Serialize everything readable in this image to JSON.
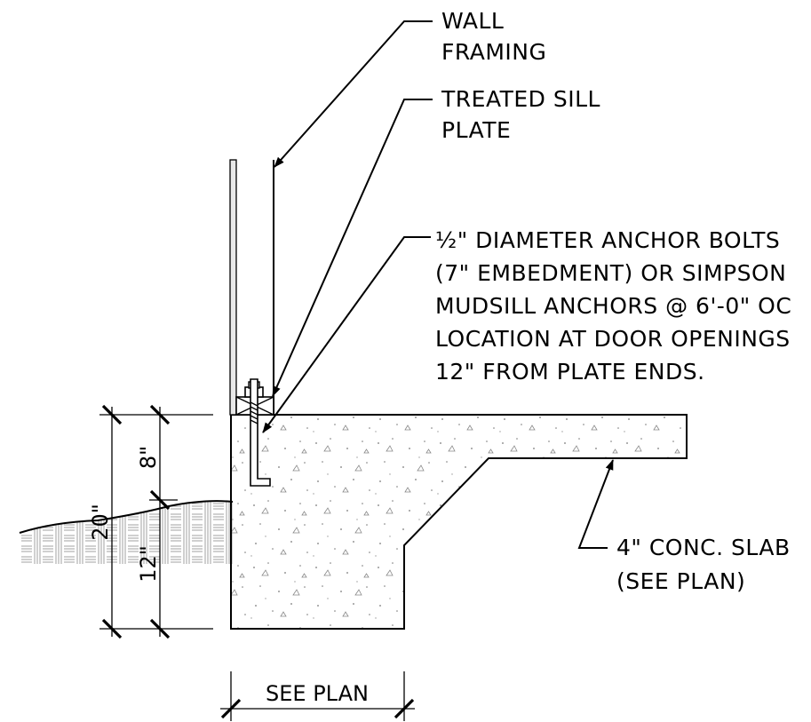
{
  "callouts": {
    "wall_framing": [
      "WALL",
      "FRAMING"
    ],
    "treated_sill_plate": [
      "TREATED SILL",
      "PLATE"
    ],
    "anchor_bolts": [
      "½\" DIAMETER ANCHOR BOLTS",
      "(7\" EMBEDMENT) OR SIMPSON",
      "MUDSILL ANCHORS @ 6'-0\" OC",
      "LOCATION AT DOOR OPENINGS",
      "12\" FROM PLATE ENDS."
    ],
    "conc_slab": [
      "4\" CONC. SLAB",
      "(SEE PLAN)"
    ]
  },
  "dimensions": {
    "total_depth": "20\"",
    "upper_depth": "8\"",
    "lower_depth": "12\"",
    "width": "SEE PLAN"
  }
}
